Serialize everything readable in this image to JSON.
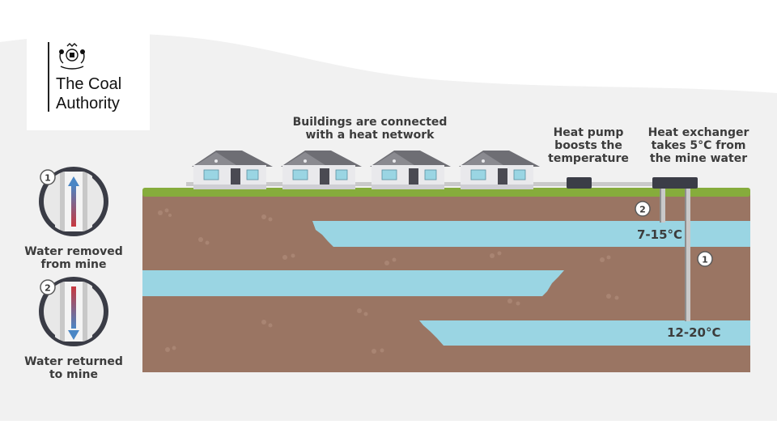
{
  "logo": {
    "line1": "The Coal",
    "line2": "Authority",
    "crest": "royal-coat-of-arms"
  },
  "labels": {
    "buildings": {
      "line1": "Buildings are connected",
      "line2": "with a heat network"
    },
    "heat_pump": {
      "line1": "Heat pump",
      "line2": "boosts the",
      "line3": "temperature"
    },
    "heat_exchanger": {
      "line1": "Heat exchanger",
      "line2": "takes 5°C from",
      "line3": "the mine water"
    }
  },
  "legend": [
    {
      "number": "1",
      "line1": "Water removed",
      "line2": "from mine",
      "arrow": "up"
    },
    {
      "number": "2",
      "line1": "Water returned",
      "line2": "to mine",
      "arrow": "down"
    }
  ],
  "markers": [
    {
      "number": "2"
    },
    {
      "number": "1"
    }
  ],
  "temperatures": {
    "upper": "7-15°C",
    "lower": "12-20°C"
  },
  "colors": {
    "ground": "#9a7563",
    "grass": "#86ac3c",
    "water": "#9ad5e3",
    "pipe": "#c9c9c9",
    "unit": "#3b3d47",
    "background": "#f1f1f1",
    "arrow_up": "#c8383f",
    "arrow_down": "#4a86c5"
  }
}
